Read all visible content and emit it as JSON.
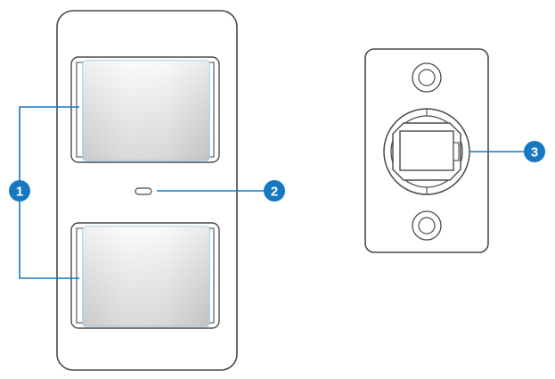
{
  "callouts": [
    {
      "label": "1",
      "color": "#1778c2"
    },
    {
      "label": "2",
      "color": "#1778c2"
    },
    {
      "label": "3",
      "color": "#1778c2"
    }
  ],
  "colors": {
    "outline": "#4a4a4a",
    "leader": "#1778c2",
    "panel_fill": "#ffffff",
    "button_fill_light": "#f4f4f4",
    "button_fill_dark": "#cfcfcf",
    "button_edge": "#8fc6ea"
  }
}
